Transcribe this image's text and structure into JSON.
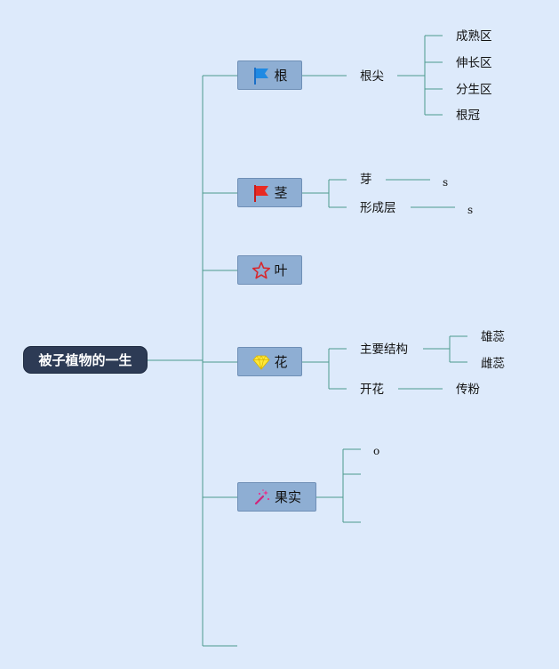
{
  "root": {
    "label": "被子植物的一生"
  },
  "topics": {
    "root_part": {
      "label": "根",
      "icon": "blue-flag-icon"
    },
    "stem": {
      "label": "茎",
      "icon": "red-flag-icon"
    },
    "leaf": {
      "label": "叶",
      "icon": "red-star-outline-icon"
    },
    "flower": {
      "label": "花",
      "icon": "yellow-diamond-icon"
    },
    "fruit": {
      "label": "果实",
      "icon": "magic-wand-icon"
    }
  },
  "root_part": {
    "tip": "根尖",
    "zones": [
      "成熟区",
      "伸长区",
      "分生区",
      "根冠"
    ]
  },
  "stem": {
    "bud": "芽",
    "bud_note": "s",
    "cambium": "形成层",
    "cambium_note": "s"
  },
  "flower": {
    "main_structure": "主要结构",
    "parts": [
      "雄蕊",
      "雌蕊"
    ],
    "blooming": "开花",
    "pollination": "传粉"
  },
  "fruit": {
    "note": "o"
  },
  "colors": {
    "background": "#ddeafb",
    "line": "#4c9a8e",
    "root_fill": "#2d3b55",
    "topic_fill": "#8eaed3"
  }
}
